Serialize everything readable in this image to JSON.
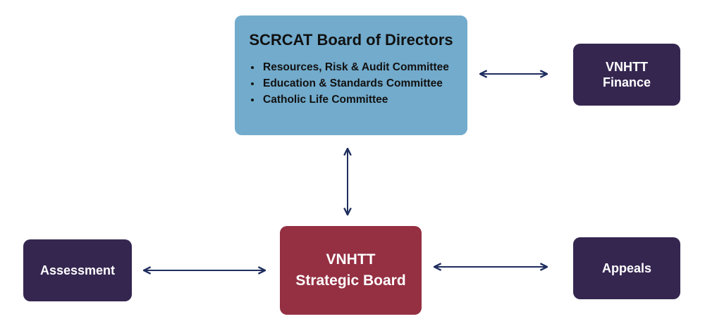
{
  "board": {
    "title": "SCRCAT Board of Directors",
    "committees": [
      "Resources, Risk & Audit Committee",
      "Education & Standards Committee",
      "Catholic Life Committee"
    ]
  },
  "finance": {
    "line1": "VNHTT",
    "line2": "Finance"
  },
  "assessment": {
    "label": "Assessment"
  },
  "strategic": {
    "line1": "VNHTT",
    "line2": "Strategic Board"
  },
  "appeals": {
    "label": "Appeals"
  },
  "colors": {
    "board": "#72abcc",
    "dark": "#352650",
    "strategic": "#952f42",
    "arrow": "#1f2e5e"
  }
}
